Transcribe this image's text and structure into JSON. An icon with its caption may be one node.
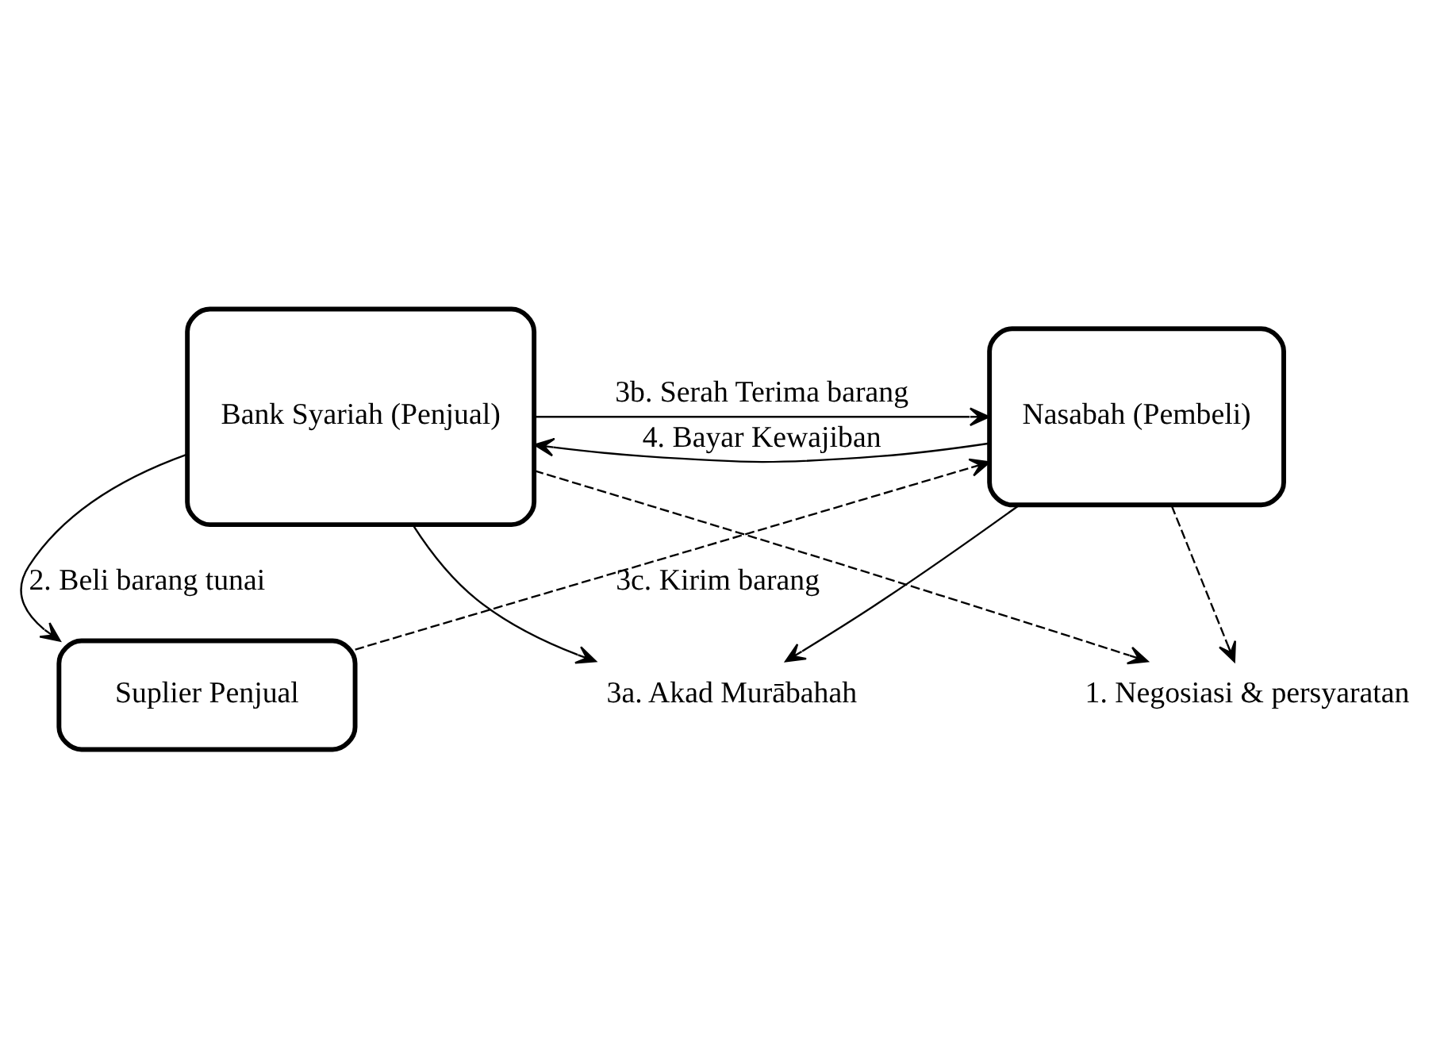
{
  "diagram": {
    "nodes": [
      {
        "text": [
          "Bank Syariah (Penjual)"
        ]
      },
      {
        "text": [
          "Nasabah (Pembeli)"
        ]
      },
      {
        "text": [
          "Suplier Penjual"
        ]
      },
      {
        "text": [
          "1. Negosiasi & persyaratan"
        ]
      },
      {
        "text": [
          "3a. Akad Murābahah"
        ]
      }
    ],
    "edges": [
      {
        "from": 0,
        "to": 3,
        "arrow": "to",
        "style": "dashed"
      },
      {
        "from": 1,
        "to": 3,
        "arrow": "to",
        "style": "dashed"
      },
      {
        "from": 0,
        "to": 4,
        "arrow": "to"
      },
      {
        "from": 1,
        "to": 4,
        "arrow": "to"
      },
      {
        "from": 0,
        "to": 1,
        "arrow": "to",
        "label": "3b. Serah Terima barang"
      },
      {
        "from": 1,
        "to": 0,
        "arrow": "to",
        "label": "4. Bayar Kewajiban"
      },
      {
        "from": 0,
        "to": 2,
        "arrow": "to",
        "label": "2. Beli barang tunai"
      },
      {
        "from": 2,
        "to": 1,
        "arrow": "to",
        "style": "dashed",
        "label": "3c. Kirim barang"
      }
    ]
  }
}
